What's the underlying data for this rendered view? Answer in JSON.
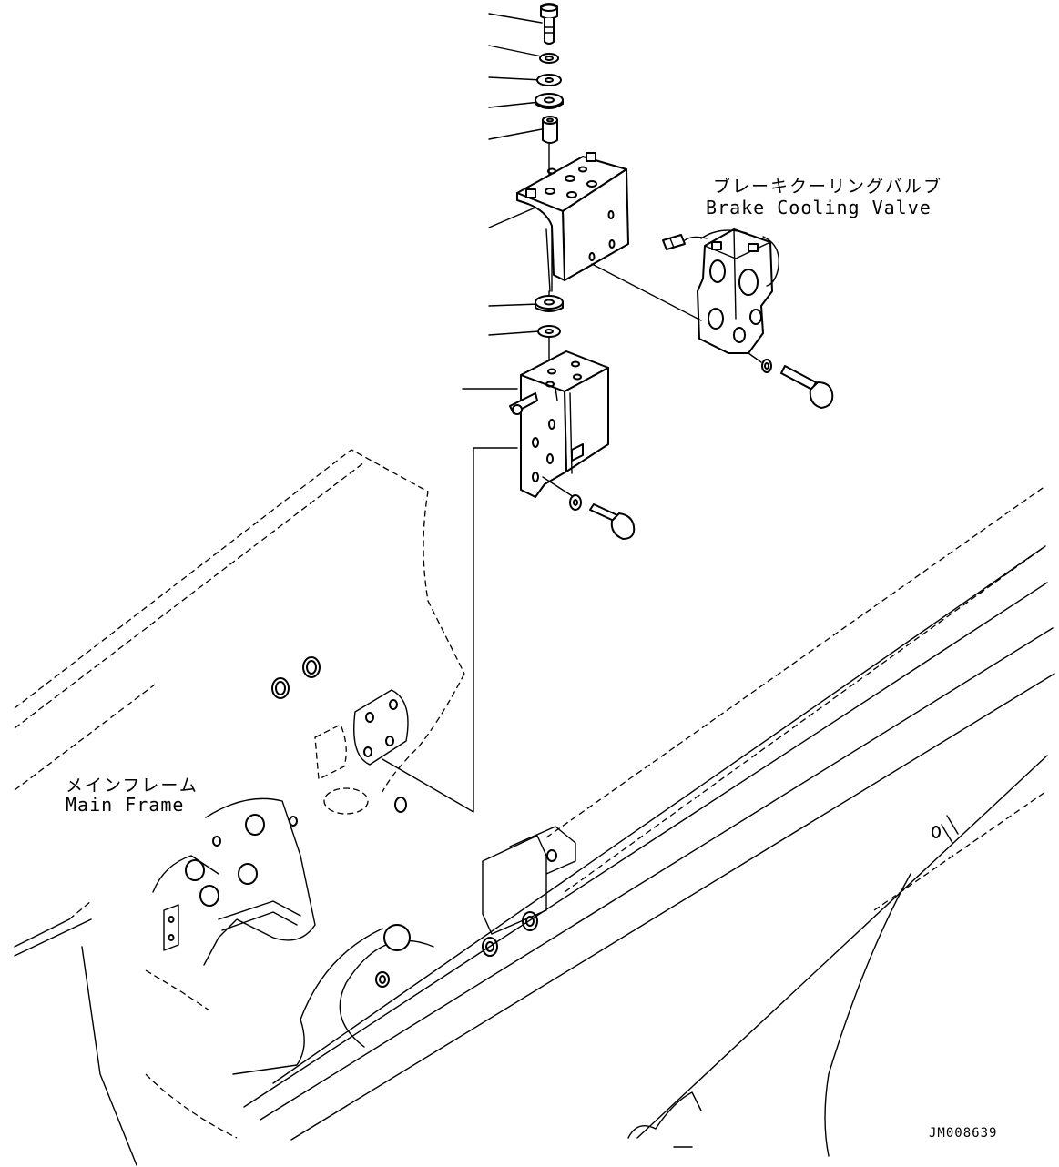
{
  "labels": {
    "valve_jp": "ブレーキクーリングバルブ",
    "valve_en": "Brake Cooling Valve",
    "frame_jp": "メインフレーム",
    "frame_en": "Main Frame",
    "drawing_code": "JM008639"
  },
  "colors": {
    "line": "#000000",
    "background": "#ffffff"
  }
}
